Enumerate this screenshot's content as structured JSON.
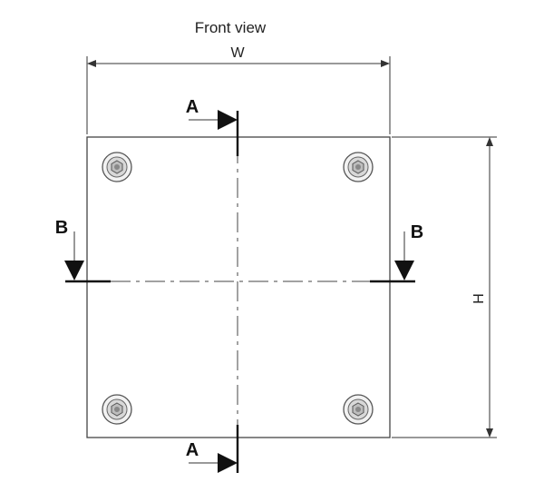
{
  "title": "Front view",
  "dimensions": {
    "width_label": "W",
    "height_label": "H"
  },
  "sections": {
    "a_top": "A",
    "a_bottom": "A",
    "b_left": "B",
    "b_right": "B"
  },
  "colors": {
    "line": "#333333",
    "marker": "#111111",
    "background": "#ffffff"
  }
}
